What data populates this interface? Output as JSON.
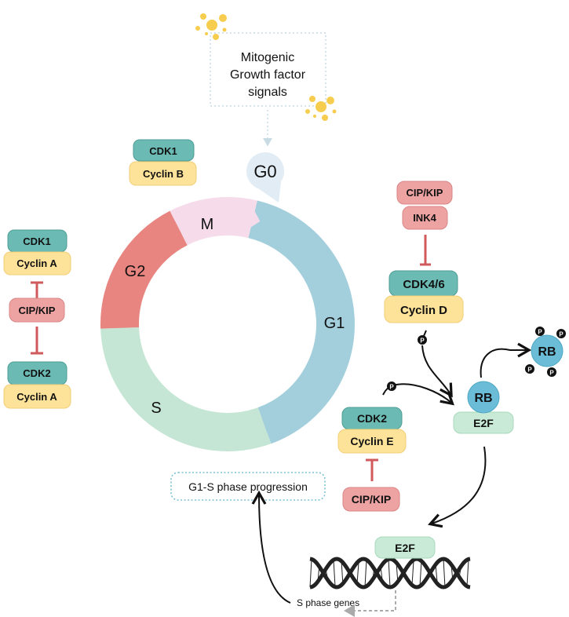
{
  "signal": {
    "lines": [
      "Mitogenic",
      "Growth factor",
      "signals"
    ]
  },
  "phases": {
    "g0": "G0",
    "g1": "G1",
    "s": "S",
    "g2": "G2",
    "m": "M"
  },
  "complexes": {
    "cdk1_cyclinb": {
      "cdk": "CDK1",
      "cyclin": "Cyclin B"
    },
    "cdk1_cyclina": {
      "cdk": "CDK1",
      "cyclin": "Cyclin A"
    },
    "cdk2_cyclina": {
      "cdk": "CDK2",
      "cyclin": "Cyclin A"
    },
    "cdk46_cyclind": {
      "cdk": "CDK4/6",
      "cyclin": "Cyclin D"
    },
    "cdk2_cycline": {
      "cdk": "CDK2",
      "cyclin": "Cyclin E"
    }
  },
  "inhibitors": {
    "left": "CIP/KIP",
    "top_right_1": "CIP/KIP",
    "top_right_2": "INK4",
    "bottom": "CIP/KIP"
  },
  "rb": {
    "label": "RB",
    "e2f": "E2F",
    "phospho": "P",
    "rb_p": "RB"
  },
  "dna_e2f": "E2F",
  "progression": "G1-S phase progression",
  "genes": "S phase genes",
  "colors": {
    "g1": "#a3cfdd",
    "s": "#c5e6d4",
    "g2": "#e88580",
    "m": "#f6dcea",
    "g0": "#e1ecf4",
    "cdk": "#6bbab3",
    "cyclin": "#fde29a",
    "inhibitor": "#eea3a3",
    "e2f": "#c8ead6",
    "rb": "#6bbcd6"
  }
}
